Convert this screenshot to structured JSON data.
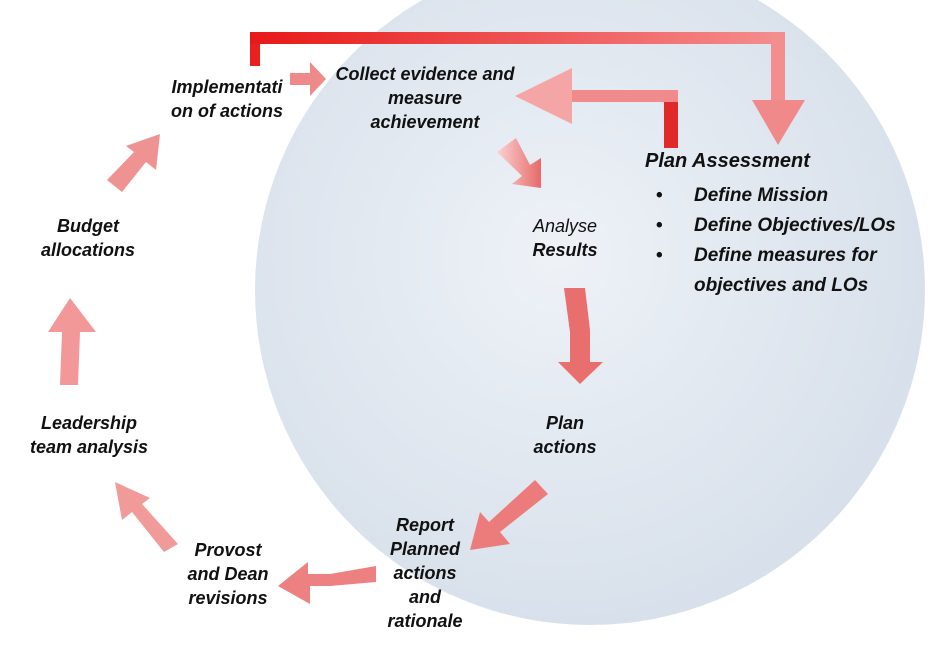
{
  "colors": {
    "circle_fill": "#dfe6ef",
    "arrow_light": "#f7b3b3",
    "arrow_dark": "#e05454",
    "bracket_red": "#f03c3c",
    "text": "#111111"
  },
  "labels": {
    "implementation": [
      "Implementati",
      "on of actions"
    ],
    "collect": [
      "Collect evidence and",
      "measure",
      "achievement"
    ],
    "analyse": [
      "Analyse",
      "Results"
    ],
    "plan_actions": [
      "Plan",
      "actions"
    ],
    "report": [
      "Report",
      "Planned",
      "actions",
      "and",
      "rationale"
    ],
    "provost": [
      "Provost",
      "and Dean",
      "revisions"
    ],
    "leadership": [
      "Leadership",
      "team analysis"
    ],
    "budget": [
      "Budget",
      "allocations"
    ]
  },
  "plan_assessment": {
    "title": "Plan Assessment",
    "bullet": "•",
    "items": [
      [
        "Define Mission"
      ],
      [
        "Define Objectives/LOs"
      ],
      [
        "Define measures for",
        "objectives and LOs"
      ]
    ]
  }
}
